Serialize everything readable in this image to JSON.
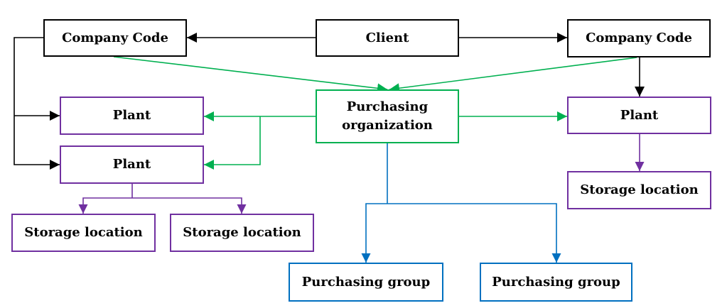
{
  "colors": {
    "client_links": "#000000",
    "plant_links": "#7030a0",
    "purchasing_org_links": "#00b050",
    "purchasing_group_links": "#0070c0"
  },
  "nodes": {
    "client": "Client",
    "company_code_left": "Company Code",
    "company_code_right": "Company Code",
    "purchasing_organization": "Purchasing organization",
    "plant_left_top": "Plant",
    "plant_left_bottom": "Plant",
    "plant_right": "Plant",
    "storage_location_left_1": "Storage location",
    "storage_location_left_2": "Storage location",
    "storage_location_right": "Storage location",
    "purchasing_group_1": "Purchasing group",
    "purchasing_group_2": "Purchasing group"
  }
}
